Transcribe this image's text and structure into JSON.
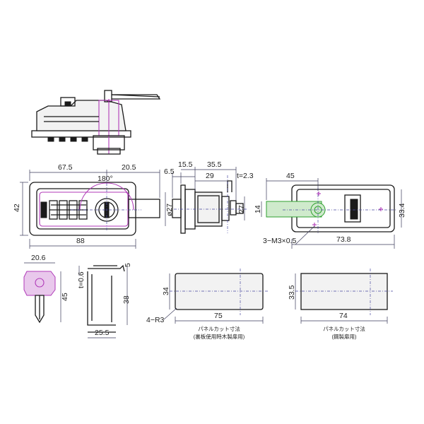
{
  "dimensions": {
    "front_width_left": "67.5",
    "front_width_right": "20.5",
    "front_rotation": "180°",
    "front_height": "42",
    "front_total_width": "88",
    "side_a": "6.5",
    "side_b": "15.5",
    "side_c": "35.5",
    "side_d": "29",
    "side_thickness": "t=2.3",
    "side_diameter": "ø27",
    "side_height": "27",
    "back_offset": "45",
    "back_small": "14",
    "back_height": "33.4",
    "back_holes": "3−M3×0.5",
    "back_width": "73.8",
    "key_width": "20.6",
    "key_length": "45",
    "bracket_thickness": "t=0.6",
    "bracket_top": "5",
    "bracket_height": "38",
    "bracket_width": "25.5",
    "cut1_height": "34",
    "cut1_width": "75",
    "cut1_radius": "4−R3",
    "cut2_height": "33.5",
    "cut2_width": "74"
  },
  "notes": {
    "cut1_title": "パネルカット寸法",
    "cut1_sub": "(裏板使用時木製扉用)",
    "cut2_title": "パネルカット寸法",
    "cut2_sub": "(鋼製扉用)"
  },
  "colors": {
    "outline": "#1a1a1a",
    "accent": "#b03ab8",
    "guide": "#2fa02f"
  }
}
